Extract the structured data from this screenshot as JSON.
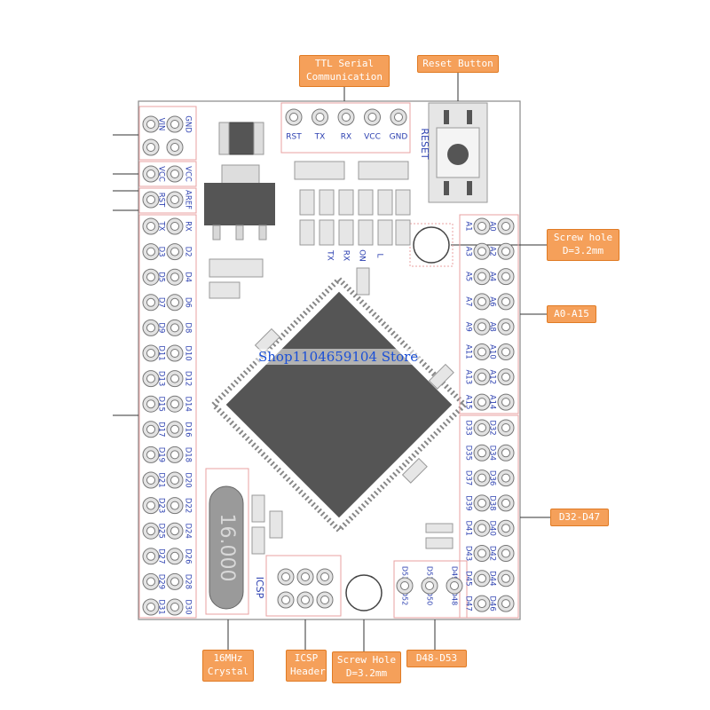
{
  "callouts": {
    "ttl_serial": "TTL Serial\nCommunication",
    "reset_button": "Reset Button",
    "screw_hole_top": "Screw hole\nD=3.2mm",
    "a0_a15": "A0-A15",
    "d32_d47": "D32-D47",
    "crystal": "16MHz\nCrystal",
    "icsp_header": "ICSP\nHeader",
    "screw_hole_bottom": "Screw Hole\nD=3.2mm",
    "d48_d53": "D48-D53"
  },
  "board": {
    "serial_pins": [
      "RST",
      "TX",
      "RX",
      "VCC",
      "GND"
    ],
    "reset_label": "RESET",
    "led_labels": [
      "TX",
      "RX",
      "ON",
      "L"
    ],
    "crystal_label": "16.000",
    "icsp_label": "ICSP",
    "left_power": [
      [
        "VIN",
        "GND"
      ],
      [
        "VCC",
        "VCC"
      ],
      [
        "RST",
        "AREF"
      ]
    ],
    "left_digital": [
      [
        "TX",
        "RX"
      ],
      [
        "D3",
        "D2"
      ],
      [
        "D5",
        "D4"
      ],
      [
        "D7",
        "D6"
      ],
      [
        "D9",
        "D8"
      ],
      [
        "D11",
        "D10"
      ],
      [
        "D13",
        "D12"
      ],
      [
        "D15",
        "D14"
      ],
      [
        "D17",
        "D16"
      ],
      [
        "D19",
        "D18"
      ],
      [
        "D21",
        "D20"
      ],
      [
        "D23",
        "D22"
      ],
      [
        "D25",
        "D24"
      ],
      [
        "D27",
        "D26"
      ],
      [
        "D29",
        "D28"
      ],
      [
        "D31",
        "D30"
      ]
    ],
    "right_analog": [
      [
        "A1",
        "A0"
      ],
      [
        "A3",
        "A2"
      ],
      [
        "A5",
        "A4"
      ],
      [
        "A7",
        "A6"
      ],
      [
        "A9",
        "A8"
      ],
      [
        "A11",
        "A10"
      ],
      [
        "A13",
        "A12"
      ],
      [
        "A15",
        "A14"
      ]
    ],
    "right_digital": [
      [
        "D33",
        "D32"
      ],
      [
        "D35",
        "D34"
      ],
      [
        "D37",
        "D36"
      ],
      [
        "D39",
        "D38"
      ],
      [
        "D41",
        "D40"
      ],
      [
        "D43",
        "D42"
      ],
      [
        "D45",
        "D44"
      ],
      [
        "D47",
        "D46"
      ]
    ],
    "bottom_top_row": [
      "D53",
      "D51",
      "D49"
    ],
    "bottom_bottom_row": [
      "D52",
      "D50",
      "D48"
    ]
  },
  "watermark": "Shop1104659104 Store",
  "colors": {
    "callout_fill": "#f5a05a",
    "callout_border": "#e07b24",
    "pin_label": "#2b3fb0",
    "watermark": "#1a4fd6",
    "chip": "#555555"
  }
}
